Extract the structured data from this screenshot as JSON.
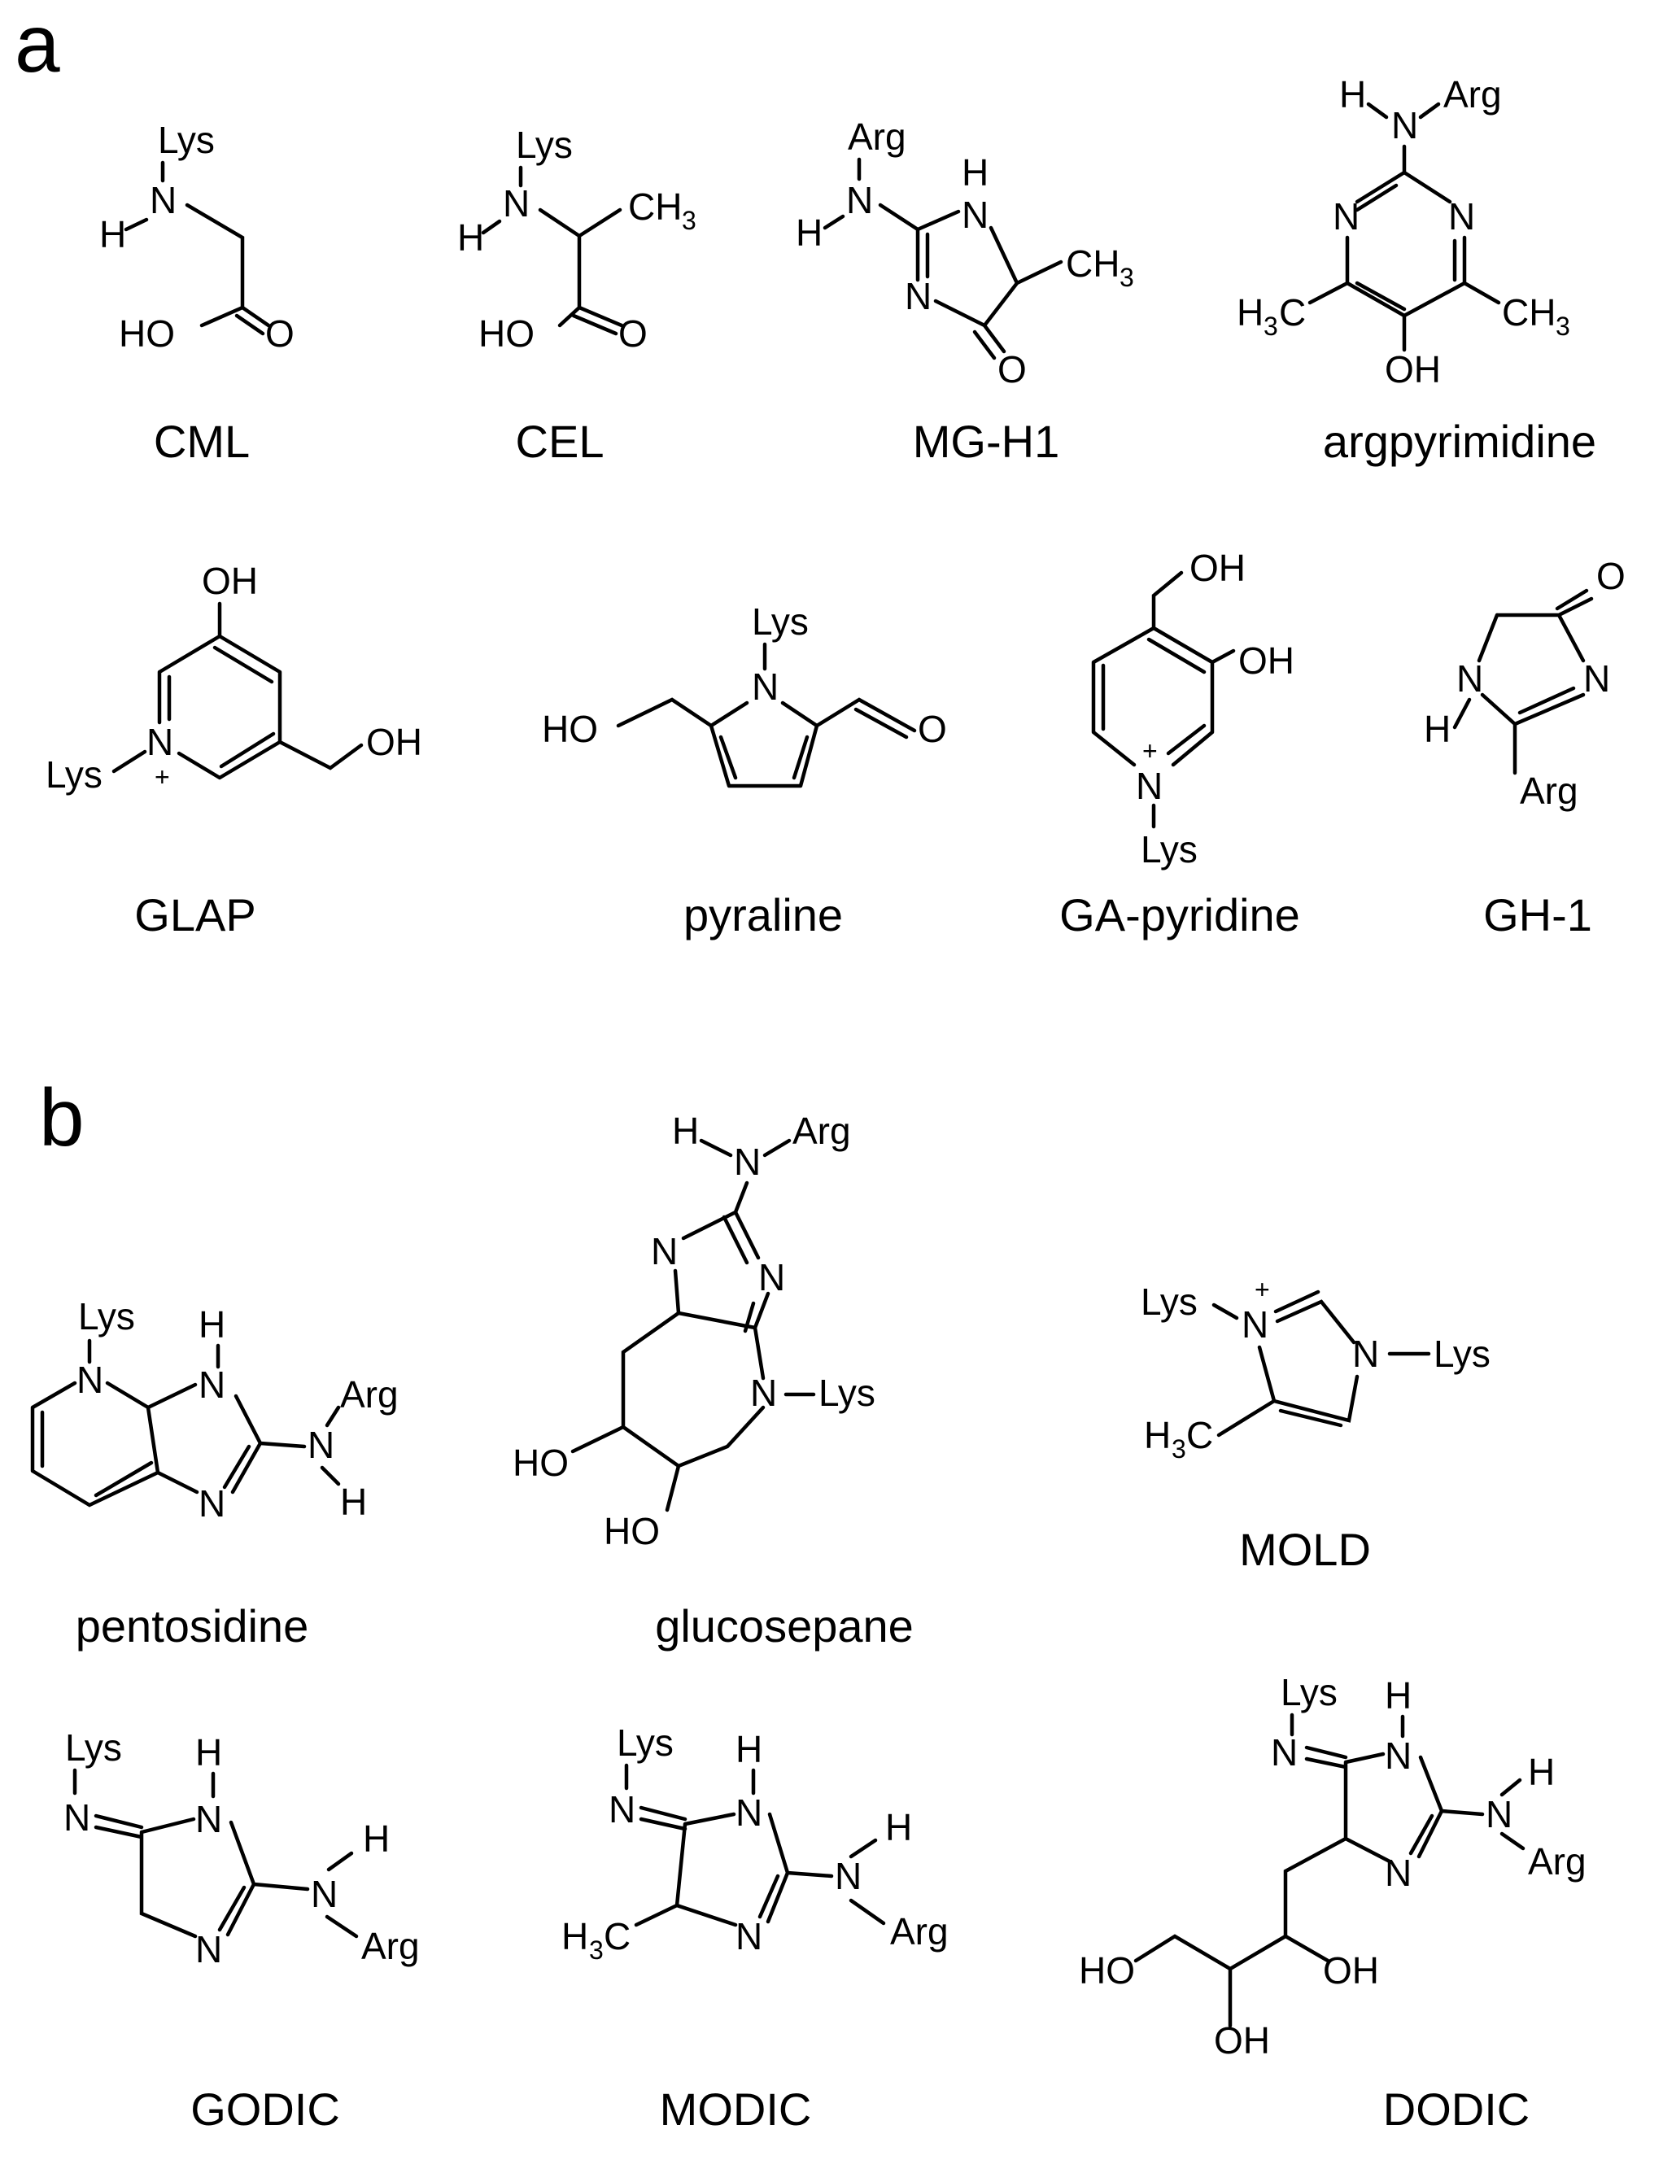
{
  "panels": [
    "a",
    "b"
  ],
  "compounds": [
    {
      "name": "CML",
      "labels": [
        "Lys",
        "N",
        "H",
        "HO",
        "O"
      ]
    },
    {
      "name": "CEL",
      "labels": [
        "Lys",
        "N",
        "H",
        "CH",
        "3",
        "HO",
        "O"
      ]
    },
    {
      "name": "MG-H1",
      "labels": [
        "Arg",
        "N",
        "H",
        "N",
        "H",
        "N",
        "CH",
        "3",
        "O"
      ]
    },
    {
      "name": "argpyrimidine",
      "labels": [
        "H",
        "N",
        "Arg",
        "N",
        "N",
        "H",
        "3",
        "C",
        "CH",
        "3",
        "OH"
      ]
    },
    {
      "name": "GLAP",
      "labels": [
        "OH",
        "N",
        "Lys",
        "+",
        "OH"
      ]
    },
    {
      "name": "pyraline",
      "labels": [
        "Lys",
        "N",
        "HO",
        "O"
      ]
    },
    {
      "name": "GA-pyridine",
      "labels": [
        "OH",
        "OH",
        "N",
        "+",
        "Lys"
      ]
    },
    {
      "name": "GH-1",
      "labels": [
        "O",
        "N",
        "N",
        "H",
        "Arg"
      ]
    },
    {
      "name": "pentosidine",
      "labels": [
        "Lys",
        "N",
        "H",
        "N",
        "N",
        "Arg",
        "N",
        "H"
      ]
    },
    {
      "name": "glucosepane",
      "labels": [
        "H",
        "N",
        "Arg",
        "N",
        "N",
        "N",
        "Lys",
        "HO",
        "HO"
      ]
    },
    {
      "name": "MOLD",
      "labels": [
        "Lys",
        "N",
        "+",
        "N",
        "Lys",
        "H",
        "3",
        "C"
      ]
    },
    {
      "name": "GODIC",
      "labels": [
        "Lys",
        "N",
        "H",
        "N",
        "N",
        "H",
        "N",
        "Arg"
      ]
    },
    {
      "name": "MODIC",
      "labels": [
        "Lys",
        "N",
        "H",
        "N",
        "N",
        "H",
        "N",
        "Arg",
        "H",
        "3",
        "C"
      ]
    },
    {
      "name": "DODIC",
      "labels": [
        "Lys",
        "N",
        "H",
        "N",
        "N",
        "H",
        "N",
        "Arg",
        "HO",
        "OH",
        "OH"
      ]
    }
  ]
}
